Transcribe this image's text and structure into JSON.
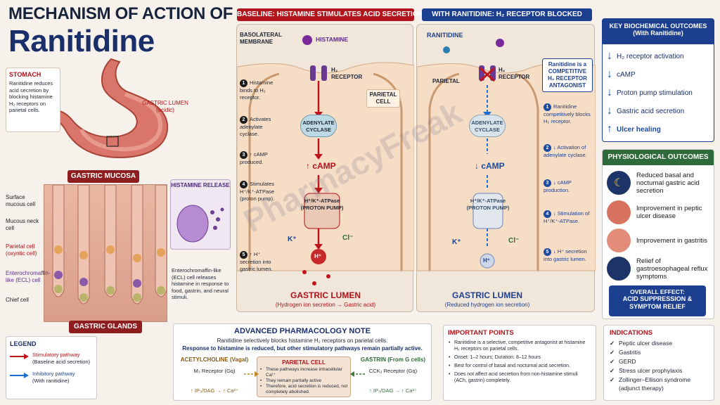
{
  "title": {
    "line1": "MECHANISM OF ACTION OF",
    "line2": "Ranitidine"
  },
  "stomach": {
    "heading": "STOMACH",
    "text": "Ranitidine reduces acid secretion by blocking histamine H₂ receptors on parietal cells.",
    "lumen_label": "GASTRIC LUMEN",
    "lumen_sub": "(acidic)"
  },
  "mucosa": {
    "heading": "GASTRIC MUCOSA",
    "footer": "GASTRIC GLANDS",
    "labels": [
      "Surface mucous cell",
      "Mucous neck cell",
      "Parietal cell (oxyntic cell)",
      "Enterochromaffin-like (ECL) cell",
      "Chief cell"
    ]
  },
  "histamine_release": {
    "heading": "HISTAMINE RELEASE",
    "text": "Enterochromaffin-like (ECL) cell releases histamine in response to food, gastrin, and neural stimuli."
  },
  "baseline": {
    "header": "BASELINE: HISTAMINE STIMULATES ACID SECRETION",
    "membrane": "BASOLATERAL MEMBRANE",
    "histamine": "HISTAMINE",
    "receptor": "H₂ RECEPTOR",
    "cell": "PARIETAL CELL",
    "adenylate": "ADENYLATE CYCLASE",
    "camp": "↑ cAMP",
    "pump": "H⁺/K⁺-ATPase (PROTON PUMP)",
    "k": "K⁺",
    "cl": "Cl⁻",
    "h": "H⁺",
    "steps": [
      "Histamine binds to H₂ receptor.",
      "Activates adenylate cyclase.",
      "↑ cAMP produced.",
      "Stimulates H⁺/K⁺-ATPase (proton pump).",
      "↑ H⁺ secretion into gastric lumen."
    ],
    "lumen": "GASTRIC LUMEN",
    "lumen_sub": "(Hydrogen ion secretion → Gastric acid)"
  },
  "ranitidine_panel": {
    "header": "WITH RANITIDINE: H₂ RECEPTOR BLOCKED",
    "drug": "RANITIDINE",
    "cell": "PARIETAL",
    "receptor": "H₂ RECEPTOR",
    "callout": "Ranitidine is a COMPETITIVE H₂ RECEPTOR ANTAGONIST",
    "adenylate": "ADENYLATE CYCLASE",
    "camp": "↓ cAMP",
    "pump": "H⁺/K⁺-ATPase (PROTON PUMP)",
    "k": "K⁺",
    "cl": "Cl⁻",
    "h": "H⁺",
    "steps": [
      "Ranitidine competitively blocks H₂ receptor.",
      "↓ Activation of adenylate cyclase.",
      "↓ cAMP production.",
      "↓ Stimulation of H⁺/K⁺-ATPase.",
      "↓ H⁺ secretion into gastric lumen."
    ],
    "lumen": "GASTRIC LUMEN",
    "lumen_sub": "(Reduced hydrogen ion secretion)"
  },
  "watermark": "PharmacyFreak",
  "key_outcomes": {
    "header": "KEY BIOCHEMICAL OUTCOMES",
    "subheader": "(With Ranitidine)",
    "items": [
      {
        "arrow": "↓",
        "text": "H₂ receptor activation"
      },
      {
        "arrow": "↓",
        "text": "cAMP"
      },
      {
        "arrow": "↓",
        "text": "Proton pump stimulation"
      },
      {
        "arrow": "↓",
        "text": "Gastric acid secretion"
      },
      {
        "arrow": "↑",
        "text": "Ulcer healing"
      }
    ]
  },
  "physiological": {
    "header": "PHYSIOLOGICAL OUTCOMES",
    "items": [
      "Reduced basal and nocturnal gastric acid secretion",
      "Improvement in peptic ulcer disease",
      "Improvement in gastritis",
      "Relief of gastroesophageal reflux symptoms"
    ],
    "overall_title": "OVERALL EFFECT:",
    "overall_text": "ACID SUPPRESSION & SYMPTOM RELIEF"
  },
  "legend": {
    "heading": "LEGEND",
    "items": [
      {
        "name": "Stimulatory pathway",
        "sub": "(Baseline acid secretion)",
        "color": "#c0141c"
      },
      {
        "name": "Inhibitory pathway",
        "sub": "(With ranitidine)",
        "color": "#1c6fd0"
      }
    ]
  },
  "advanced": {
    "heading": "ADVANCED PHARMACOLOGY NOTE",
    "line1": "Ranitidine selectively blocks histamine H₂ receptors on parietal cells.",
    "line2": "Response to histamine is reduced, but other stimulatory pathways remain partially active.",
    "ach_title": "ACETYLCHOLINE (Vagal)",
    "ach_receptor": "M₃ Receptor (Gq)",
    "ach_effect": "↑ IP₃/DAG → ↑ Ca²⁺",
    "cell_title": "PARIETAL CELL",
    "cell_points": [
      "These pathways increase intracellular Ca²⁺",
      "They remain partially active",
      "Therefore, acid secretion is reduced, not completely abolished."
    ],
    "gastrin_title": "GASTRIN (From G cells)",
    "gastrin_receptor": "CCK₂ Receptor (Gq)",
    "gastrin_effect": "↑ IP₃/DAG → ↑ Ca²⁺"
  },
  "important": {
    "heading": "IMPORTANT POINTS",
    "items": [
      "Ranitidine is a selective, competitive antagonist at histamine H₂ receptors on parietal cells.",
      "Onset: 1–2 hours; Duration: 8–12 hours",
      "Best for control of basal and nocturnal acid secretion.",
      "Does not affect acid secretion from non-histamine stimuli (ACh, gastrin) completely."
    ]
  },
  "indications": {
    "heading": "INDICATIONS",
    "items": [
      "Peptic ulcer disease",
      "Gastritis",
      "GERD",
      "Stress ulcer prophylaxis",
      "Zollinger–Ellison syndrome",
      "(adjunct therapy)"
    ]
  },
  "colors": {
    "navy": "#1a2f6a",
    "red_header": "#b3151c",
    "blue_header": "#1d3f8f",
    "green_header": "#2f6b3a"
  }
}
